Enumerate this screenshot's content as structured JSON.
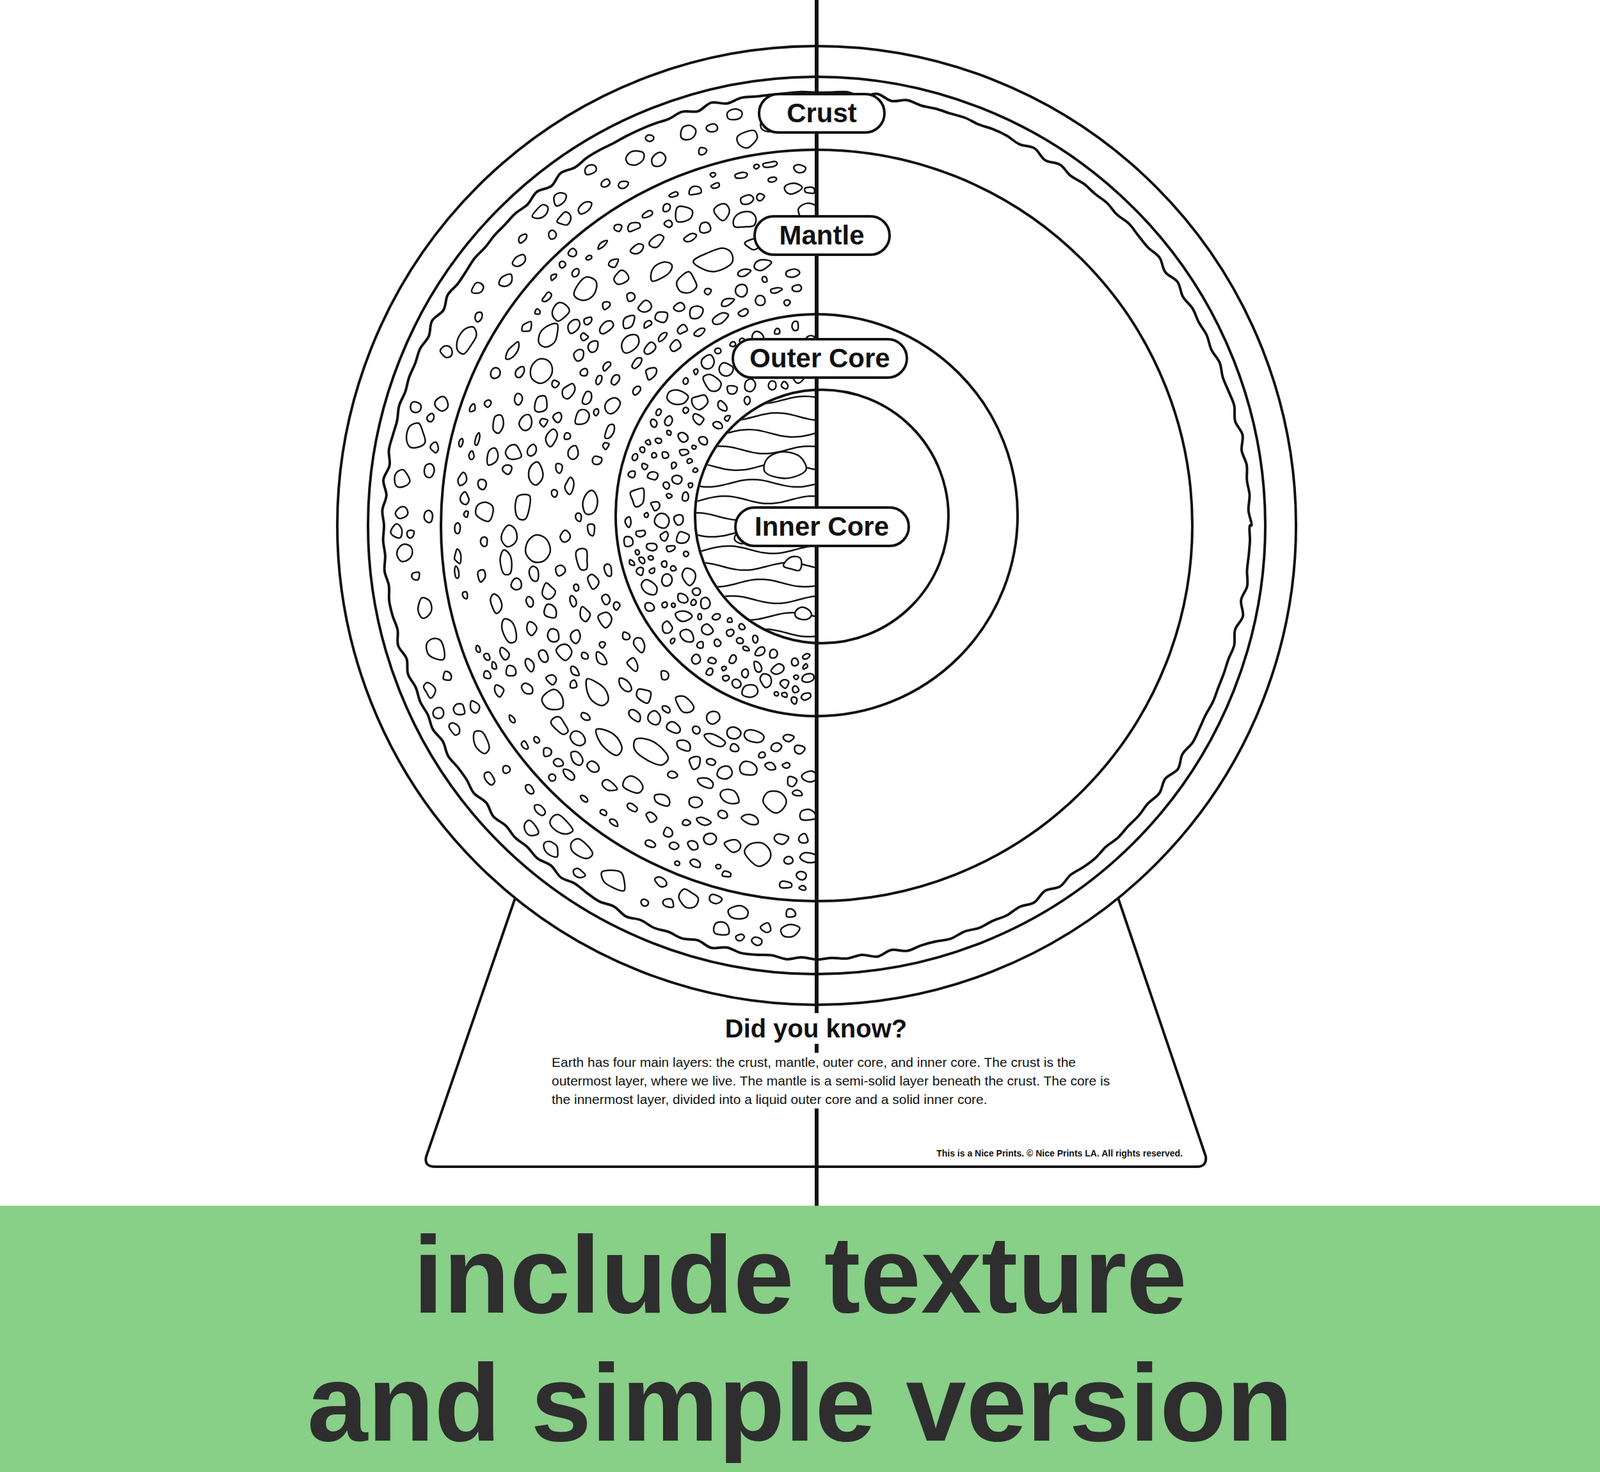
{
  "diagram": {
    "caption": "include texture and simple version",
    "nodes": [
      {
        "text": [
          "Crust"
        ]
      },
      {
        "text": [
          "Mantle"
        ]
      },
      {
        "text": [
          "Outer Core"
        ]
      },
      {
        "text": [
          "Inner Core"
        ]
      },
      {
        "text": [
          "Did you know?",
          "Earth has four main layers: the crust, mantle, outer core, and inner core. The crust is the outermost layer, where we live. The mantle is a semi-solid layer beneath the crust. The core is the innermost layer, divided into a liquid outer core and a solid inner core.",
          "This is a Nice Prints. © Nice Prints LA. All rights reserved."
        ]
      }
    ]
  }
}
